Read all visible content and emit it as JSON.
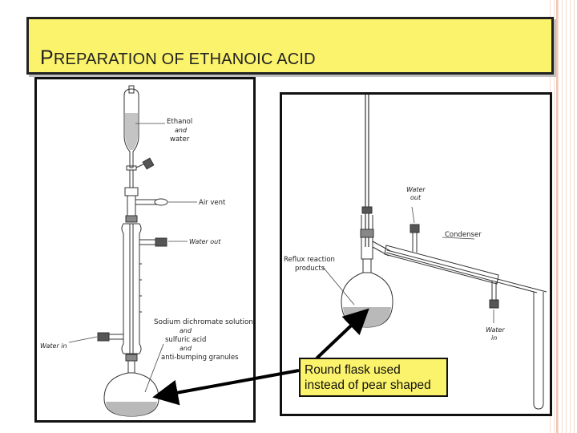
{
  "slide": {
    "title_first": "P",
    "title_rest": "REPARATION OF ETHANOIC ACID"
  },
  "left_diagram": {
    "labels": {
      "ethanol": "Ethanol",
      "and1": "and",
      "water": "water",
      "air_vent": "Air vent",
      "water_out": "Water out",
      "sodium": "Sodium dichromate solution",
      "and2": "and",
      "sulfuric": "sulfuric acid",
      "and3": "and",
      "granules": "anti-bumping granules",
      "water_in": "Water in"
    }
  },
  "right_diagram": {
    "labels": {
      "water_out_1": "Water",
      "water_out_2": "out",
      "condenser": "Condenser",
      "reflux_1": "Reflux reaction",
      "reflux_2": "products",
      "water_in_1": "Water",
      "water_in_2": "in"
    }
  },
  "callout": {
    "line1": "Round flask used",
    "line2": "instead of pear shaped"
  },
  "colors": {
    "title_bg": "#fbf36b",
    "liquid": "#b9b9b9",
    "edge_stripes": "#f5d7cb"
  }
}
